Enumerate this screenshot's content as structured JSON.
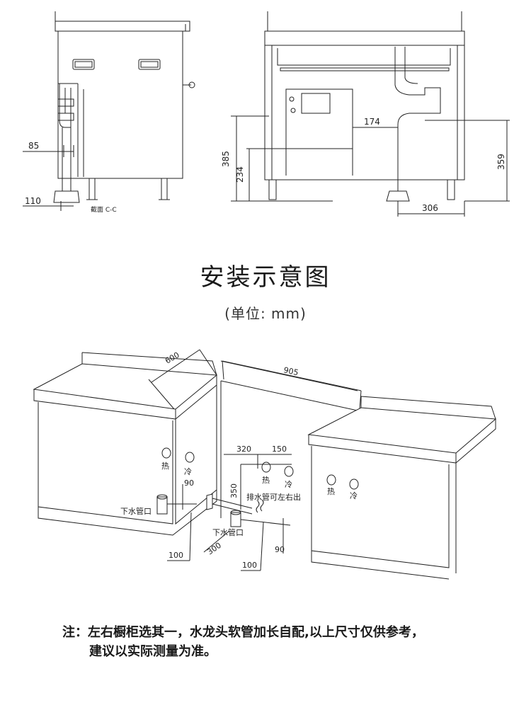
{
  "top_drawings": {
    "section_label": "截面 C-C",
    "dims": {
      "d85": "85",
      "d110": "110",
      "d174": "174",
      "d385": "385",
      "d234": "234",
      "d359": "359",
      "d306": "306"
    }
  },
  "header": {
    "title": "安装示意图",
    "unit": "(单位: mm)"
  },
  "install_diagram": {
    "dims": {
      "d600": "600",
      "d905": "905",
      "d320": "320",
      "d150": "150",
      "d350": "350",
      "d90a": "90",
      "d100a": "100",
      "d300": "300",
      "d90b": "90",
      "d100b": "100"
    },
    "labels": {
      "hot_left": "热",
      "cold_left": "冷",
      "hot_mid": "热",
      "cold_mid": "冷",
      "hot_right": "热",
      "cold_right": "冷",
      "drain_left": "下水管口",
      "drain_mid": "下水管口",
      "drain_side": "排水管可左右出"
    }
  },
  "note": {
    "line1": "注：左右橱柜选其一，水龙头软管加长自配,以上尺寸仅供参考，",
    "line2": "建议以实际测量为准。"
  }
}
